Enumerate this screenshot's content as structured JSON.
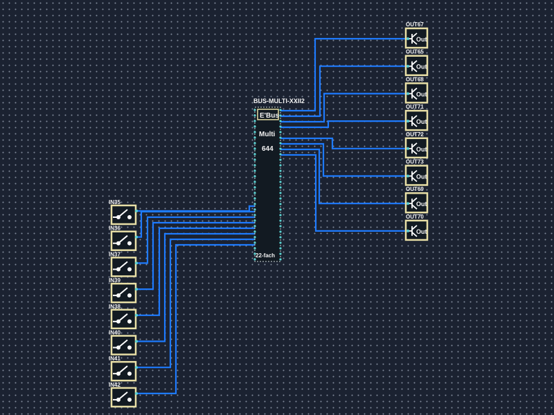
{
  "colors": {
    "wire": "#1e7bff",
    "frame": "#e8dfa6",
    "block": "#121a22",
    "pin": "#5ad0d0"
  },
  "module": {
    "title": "BUS-MULTI-XXII2",
    "bus_label": "E'Bus",
    "name": "Multi",
    "number": "644",
    "footer": "22-fach"
  },
  "inputs": [
    {
      "label": "IN35",
      "icon": "switch-icon"
    },
    {
      "label": "IN36",
      "icon": "switch-icon"
    },
    {
      "label": "IN37",
      "icon": "switch-icon"
    },
    {
      "label": "IN39",
      "icon": "switch-icon"
    },
    {
      "label": "IN38",
      "icon": "switch-icon"
    },
    {
      "label": "IN40",
      "icon": "switch-icon"
    },
    {
      "label": "IN41",
      "icon": "switch-icon"
    },
    {
      "label": "IN42",
      "icon": "switch-icon"
    }
  ],
  "outputs": [
    {
      "label": "OUT67",
      "text": "Out"
    },
    {
      "label": "OUT65",
      "text": "Out"
    },
    {
      "label": "OUT68",
      "text": "Out"
    },
    {
      "label": "OUT71",
      "text": "Out"
    },
    {
      "label": "OUT72",
      "text": "Out"
    },
    {
      "label": "OUT73",
      "text": "Out"
    },
    {
      "label": "OUT69",
      "text": "Out"
    },
    {
      "label": "OUT70",
      "text": "Out"
    }
  ]
}
